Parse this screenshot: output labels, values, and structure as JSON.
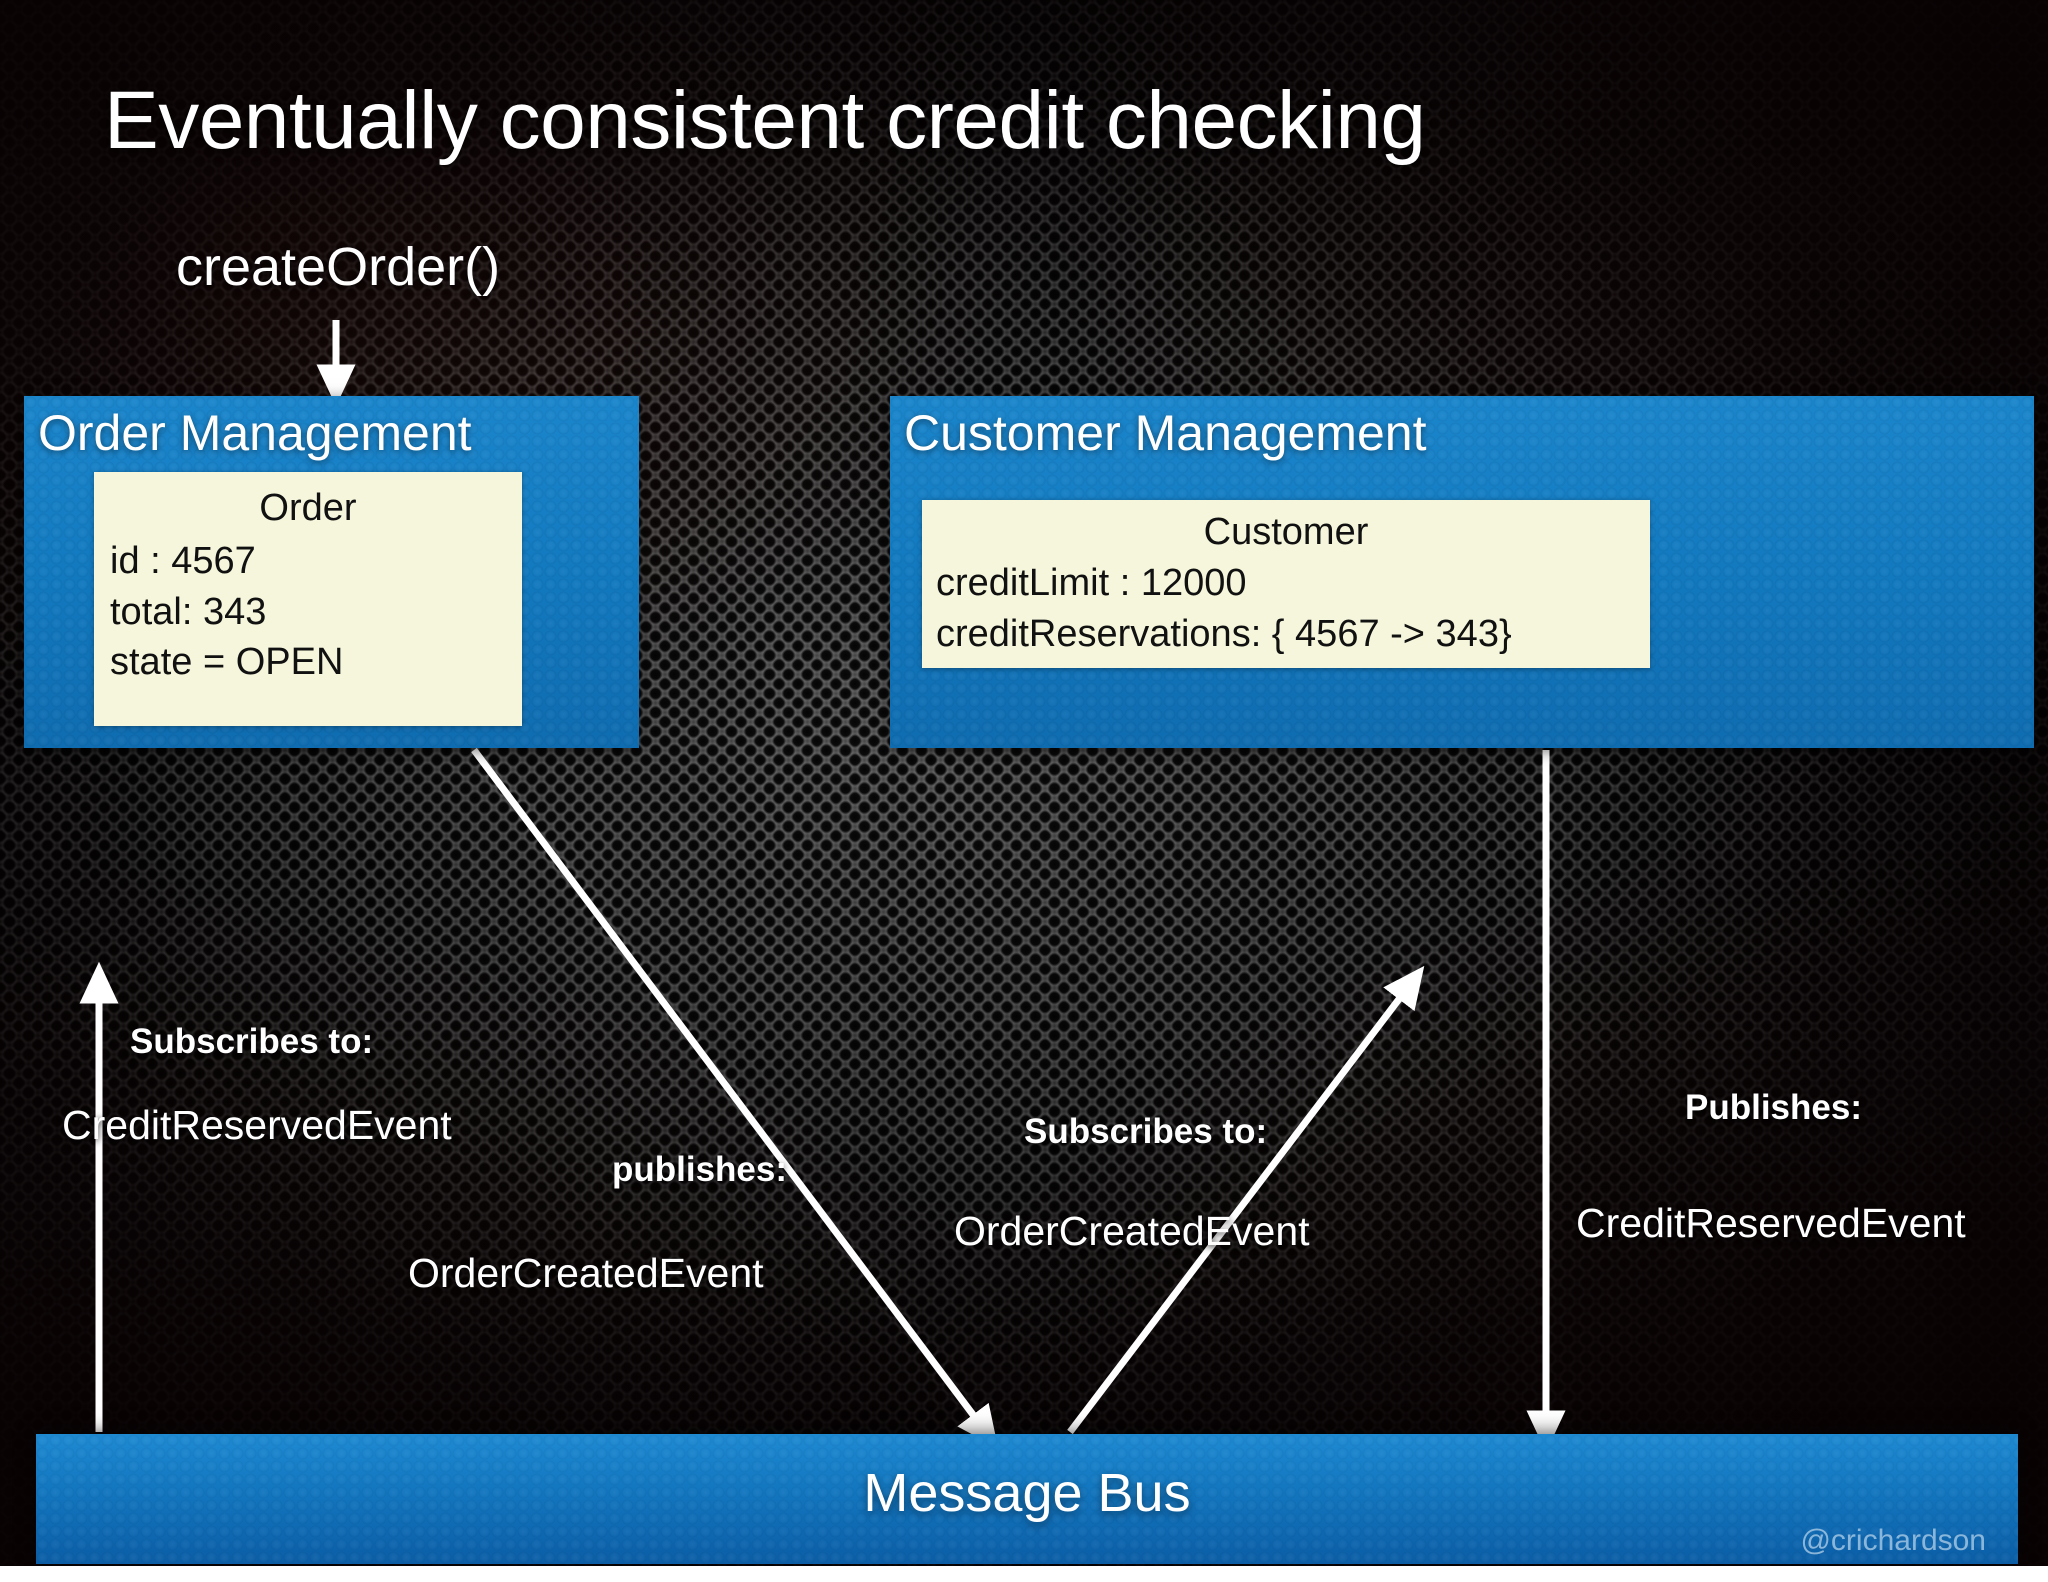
{
  "slide": {
    "title": "Eventually consistent credit checking",
    "watermark": "@crichardson",
    "call_label": "createOrder()"
  },
  "colors": {
    "service_blue": "#1279bf",
    "bus_blue": "#1377c0",
    "card_cream": "#f6f6dc",
    "text_white": "#ffffff",
    "background_dark": "#1a1a1a"
  },
  "services": [
    {
      "id": "order-management",
      "title": "Order Management",
      "entity": {
        "name": "Order",
        "fields": [
          "id : 4567",
          "total: 343",
          "state = OPEN"
        ]
      }
    },
    {
      "id": "customer-management",
      "title": "Customer Management",
      "entity": {
        "name": "Customer",
        "fields": [
          "creditLimit : 12000",
          "creditReservations: { 4567 -> 343}"
        ]
      }
    }
  ],
  "annotations": {
    "order_subscribes_heading": "Subscribes to:",
    "order_subscribes_event": "CreditReservedEvent",
    "order_publishes_heading": "publishes:",
    "order_publishes_event": "OrderCreatedEvent",
    "customer_subscribes_heading": "Subscribes to:",
    "customer_subscribes_event": "OrderCreatedEvent",
    "customer_publishes_heading": "Publishes:",
    "customer_publishes_event": "CreditReservedEvent"
  },
  "message_bus": {
    "label": "Message Bus"
  }
}
